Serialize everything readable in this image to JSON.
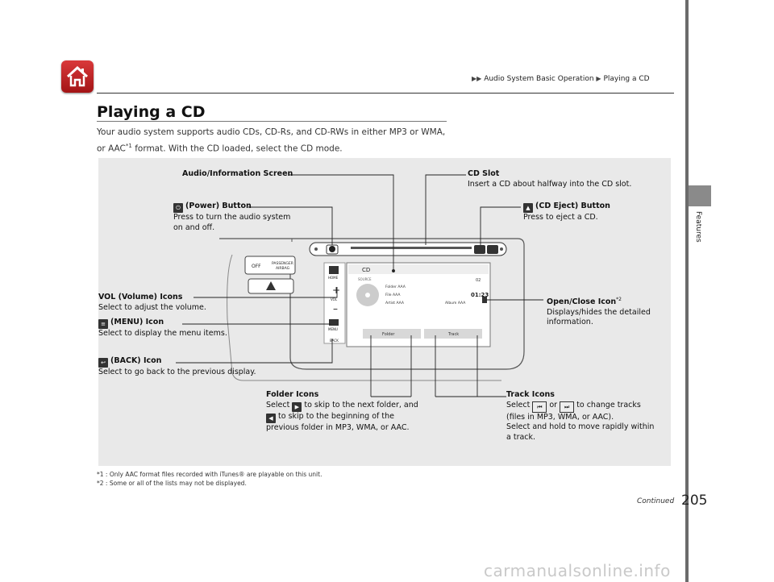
{
  "header": {
    "breadcrumb_parent": "Audio System Basic Operation",
    "breadcrumb_current": "Playing a CD"
  },
  "sidebar": {
    "label": "Features"
  },
  "section": {
    "title": "Playing a CD",
    "intro_part1": "Your audio system supports audio CDs, CD-Rs, and CD-RWs in either MP3 or WMA,",
    "intro_part2a": "or AAC",
    "intro_sup": "*1",
    "intro_part2b": " format. With the CD loaded, select the CD mode."
  },
  "figure": {
    "audio_screen": "Audio/Information Screen",
    "cd_slot_title": "CD Slot",
    "cd_slot_desc": "Insert a CD about halfway into the CD slot.",
    "power_title": "(Power) Button",
    "power_desc1": "Press to turn the audio system",
    "power_desc2": "on and off.",
    "eject_title": "(CD Eject) Button",
    "eject_desc": "Press to eject a CD.",
    "vol_title": "VOL (Volume) Icons",
    "vol_desc": "Select to adjust the volume.",
    "open_close_title": "Open/Close Icon",
    "open_close_sup": "*2",
    "open_close_desc1": "Displays/hides the detailed",
    "open_close_desc2": "information.",
    "menu_title": "(MENU) Icon",
    "menu_desc": "Select to display the menu items.",
    "back_title": "(BACK) Icon",
    "back_desc": "Select to go back to the previous display.",
    "folder_title": "Folder Icons",
    "folder_desc1a": "Select",
    "folder_desc1b": "to skip to the next folder, and",
    "folder_desc2": "to skip to the beginning of the",
    "folder_desc3": "previous folder in MP3, WMA, or AAC.",
    "track_title": "Track Icons",
    "track_desc1a": "Select",
    "track_desc1b": "or",
    "track_desc1c": "to change tracks",
    "track_desc2": "(files in MP3, WMA, or AAC).",
    "track_desc3": "Select and hold to move rapidly within",
    "track_desc4": "a track.",
    "screen": {
      "cd_label": "CD",
      "source_label": "SOURCE",
      "folder_line": "Folder AAA",
      "file_line": "File AAA",
      "artist_line": "Artist AAA",
      "album_line": "Album AAA",
      "track_no": "02",
      "time": "01:23",
      "folder_btn": "Folder",
      "track_btn": "Track",
      "home_label": "HOME",
      "menu_label": "MENU",
      "back_label": "BACK",
      "vol_label": "VOL",
      "airbag_off": "OFF",
      "airbag_label1": "PASSENGER",
      "airbag_label2": "AIRBAG"
    }
  },
  "footnotes": {
    "fn1": "*1 : Only AAC format files recorded with iTunes® are playable on this unit.",
    "fn2": "*2 : Some or all of the lists may not be displayed."
  },
  "footer": {
    "continued": "Continued",
    "page_number": "205",
    "watermark": "carmanualsonline.info"
  },
  "colors": {
    "home_red": "#c0282a",
    "figure_bg": "#e9e9e9"
  }
}
